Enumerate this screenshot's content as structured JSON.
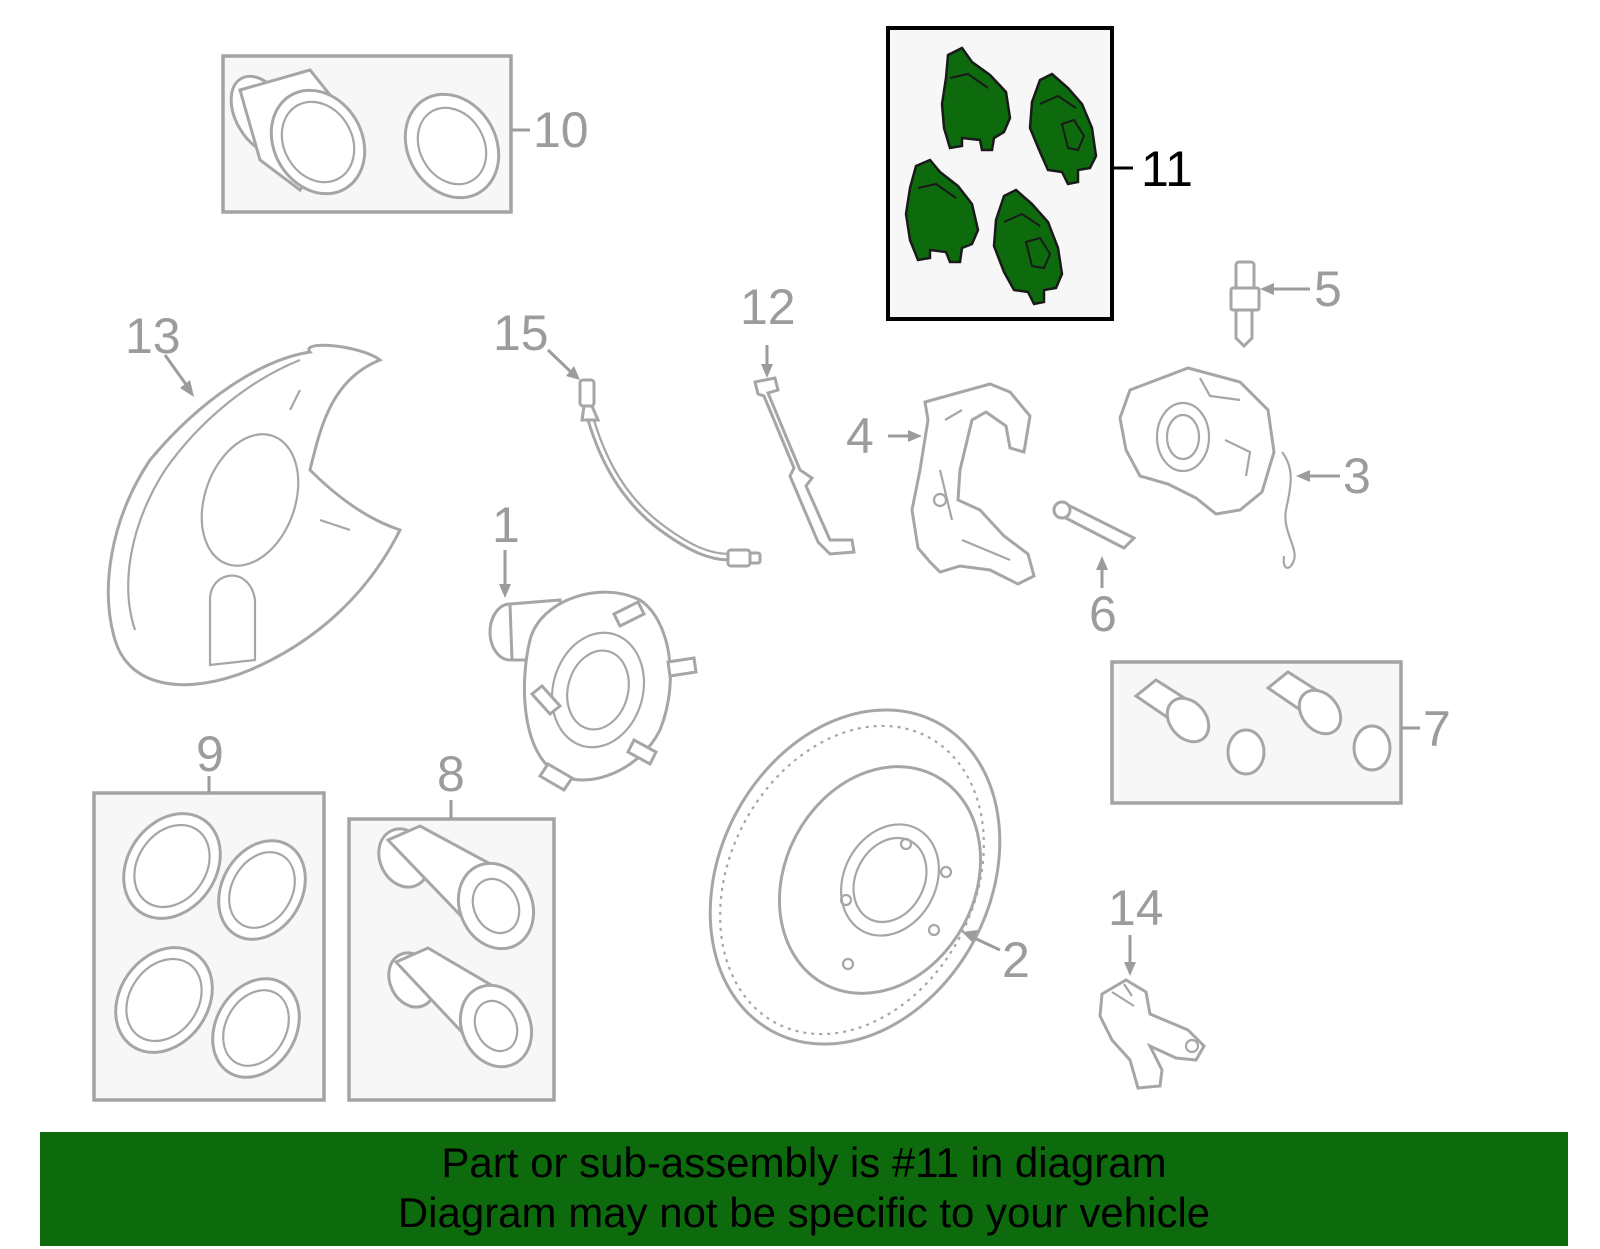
{
  "colors": {
    "highlight_fill": "#0d6a0d",
    "banner_bg": "#0d6a0d",
    "part_stroke": "#a6a6a6",
    "label_color": "#9c9c9c",
    "highlight_label_color": "#000000"
  },
  "highlighted_part": "11",
  "callouts": {
    "p1": "1",
    "p2": "2",
    "p3": "3",
    "p4": "4",
    "p5": "5",
    "p6": "6",
    "p7": "7",
    "p8": "8",
    "p9": "9",
    "p10": "10",
    "p11": "11",
    "p12": "12",
    "p13": "13",
    "p14": "14",
    "p15": "15"
  },
  "banner": {
    "line1": "Part or sub-assembly is #11 in diagram",
    "line2": "Diagram may not be specific to your vehicle"
  }
}
